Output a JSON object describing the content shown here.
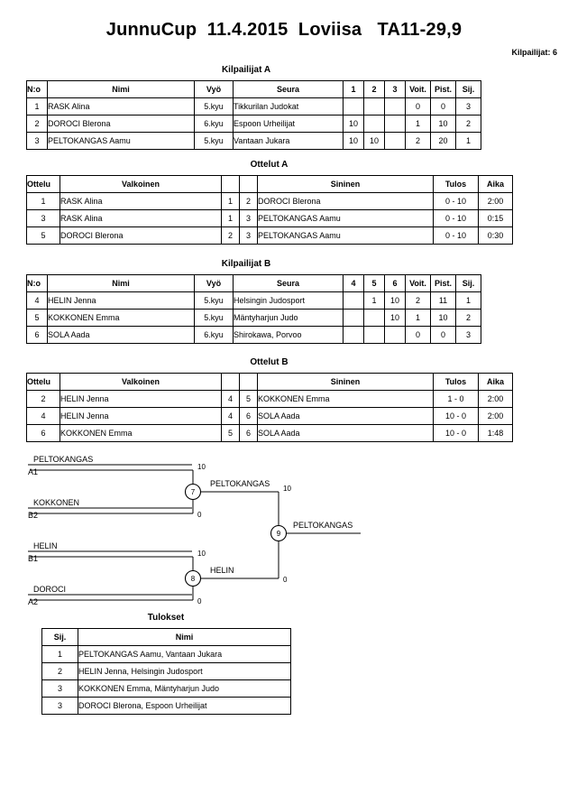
{
  "header": {
    "title": "JunnuCup  11.4.2015  Loviisa   TA11-29,9",
    "entrants": "Kilpailijat: 6"
  },
  "pool_a": {
    "caption": "Kilpailijat A",
    "columns": [
      "N:o",
      "Nimi",
      "Vyö",
      "Seura",
      "1",
      "2",
      "3",
      "Voit.",
      "Pist.",
      "Sij."
    ],
    "rows": [
      {
        "no": "1",
        "nimi": "RASK Alina",
        "vyo": "5.kyu",
        "seura": "Tikkurilan Judokat",
        "s1": "",
        "s2": "",
        "s3": "",
        "voit": "0",
        "pist": "0",
        "sij": "3"
      },
      {
        "no": "2",
        "nimi": "DOROCI Blerona",
        "vyo": "6.kyu",
        "seura": "Espoon Urheilijat",
        "s1": "10",
        "s2": "",
        "s3": "",
        "voit": "1",
        "pist": "10",
        "sij": "2"
      },
      {
        "no": "3",
        "nimi": "PELTOKANGAS Aamu",
        "vyo": "5.kyu",
        "seura": "Vantaan Jukara",
        "s1": "10",
        "s2": "10",
        "s3": "",
        "voit": "2",
        "pist": "20",
        "sij": "1"
      }
    ]
  },
  "matches_a": {
    "caption": "Ottelut A",
    "columns": [
      "Ottelu",
      "Valkoinen",
      "",
      "",
      "Sininen",
      "Tulos",
      "Aika"
    ],
    "rows": [
      {
        "ottelu": "1",
        "valkoinen": "RASK Alina",
        "n1": "1",
        "n2": "2",
        "sininen": "DOROCI Blerona",
        "tulos": "0 - 10",
        "aika": "2:00"
      },
      {
        "ottelu": "3",
        "valkoinen": "RASK Alina",
        "n1": "1",
        "n2": "3",
        "sininen": "PELTOKANGAS Aamu",
        "tulos": "0 - 10",
        "aika": "0:15"
      },
      {
        "ottelu": "5",
        "valkoinen": "DOROCI Blerona",
        "n1": "2",
        "n2": "3",
        "sininen": "PELTOKANGAS Aamu",
        "tulos": "0 - 10",
        "aika": "0:30"
      }
    ]
  },
  "pool_b": {
    "caption": "Kilpailijat B",
    "columns": [
      "N:o",
      "Nimi",
      "Vyö",
      "Seura",
      "4",
      "5",
      "6",
      "Voit.",
      "Pist.",
      "Sij."
    ],
    "rows": [
      {
        "no": "4",
        "nimi": "HELIN Jenna",
        "vyo": "5.kyu",
        "seura": "Helsingin Judosport",
        "s1": "",
        "s2": "1",
        "s3": "10",
        "voit": "2",
        "pist": "11",
        "sij": "1"
      },
      {
        "no": "5",
        "nimi": "KOKKONEN Emma",
        "vyo": "5.kyu",
        "seura": "Mäntyharjun Judo",
        "s1": "",
        "s2": "",
        "s3": "10",
        "voit": "1",
        "pist": "10",
        "sij": "2"
      },
      {
        "no": "6",
        "nimi": "SOLA Aada",
        "vyo": "6.kyu",
        "seura": "Shirokawa, Porvoo",
        "s1": "",
        "s2": "",
        "s3": "",
        "voit": "0",
        "pist": "0",
        "sij": "3"
      }
    ]
  },
  "matches_b": {
    "caption": "Ottelut B",
    "columns": [
      "Ottelu",
      "Valkoinen",
      "",
      "",
      "Sininen",
      "Tulos",
      "Aika"
    ],
    "rows": [
      {
        "ottelu": "2",
        "valkoinen": "HELIN Jenna",
        "n1": "4",
        "n2": "5",
        "sininen": "KOKKONEN Emma",
        "tulos": "1 - 0",
        "aika": "2:00"
      },
      {
        "ottelu": "4",
        "valkoinen": "HELIN Jenna",
        "n1": "4",
        "n2": "6",
        "sininen": "SOLA Aada",
        "tulos": "10 - 0",
        "aika": "2:00"
      },
      {
        "ottelu": "6",
        "valkoinen": "KOKKONEN Emma",
        "n1": "5",
        "n2": "6",
        "sininen": "SOLA Aada",
        "tulos": "10 - 0",
        "aika": "1:48"
      }
    ]
  },
  "bracket": {
    "semifinal_1": {
      "node": "7",
      "top": {
        "name": "PELTOKANGAS",
        "seed": "A1",
        "score": "10"
      },
      "bottom": {
        "name": "KOKKONEN",
        "seed": "B2",
        "score": "0"
      },
      "winner": "PELTOKANGAS"
    },
    "semifinal_2": {
      "node": "8",
      "top": {
        "name": "HELIN",
        "seed": "B1",
        "score": "10"
      },
      "bottom": {
        "name": "DOROCI",
        "seed": "A2",
        "score": "0"
      },
      "winner": "HELIN"
    },
    "final": {
      "node": "9",
      "top_score": "10",
      "bottom_score": "0",
      "winner": "PELTOKANGAS"
    }
  },
  "results": {
    "caption": "Tulokset",
    "columns": [
      "Sij.",
      "Nimi"
    ],
    "rows": [
      {
        "sij": "1",
        "nimi": "PELTOKANGAS Aamu, Vantaan Jukara"
      },
      {
        "sij": "2",
        "nimi": "HELIN Jenna, Helsingin Judosport"
      },
      {
        "sij": "3",
        "nimi": "KOKKONEN Emma, Mäntyharjun Judo"
      },
      {
        "sij": "3",
        "nimi": "DOROCI Blerona, Espoon Urheilijat"
      }
    ]
  }
}
